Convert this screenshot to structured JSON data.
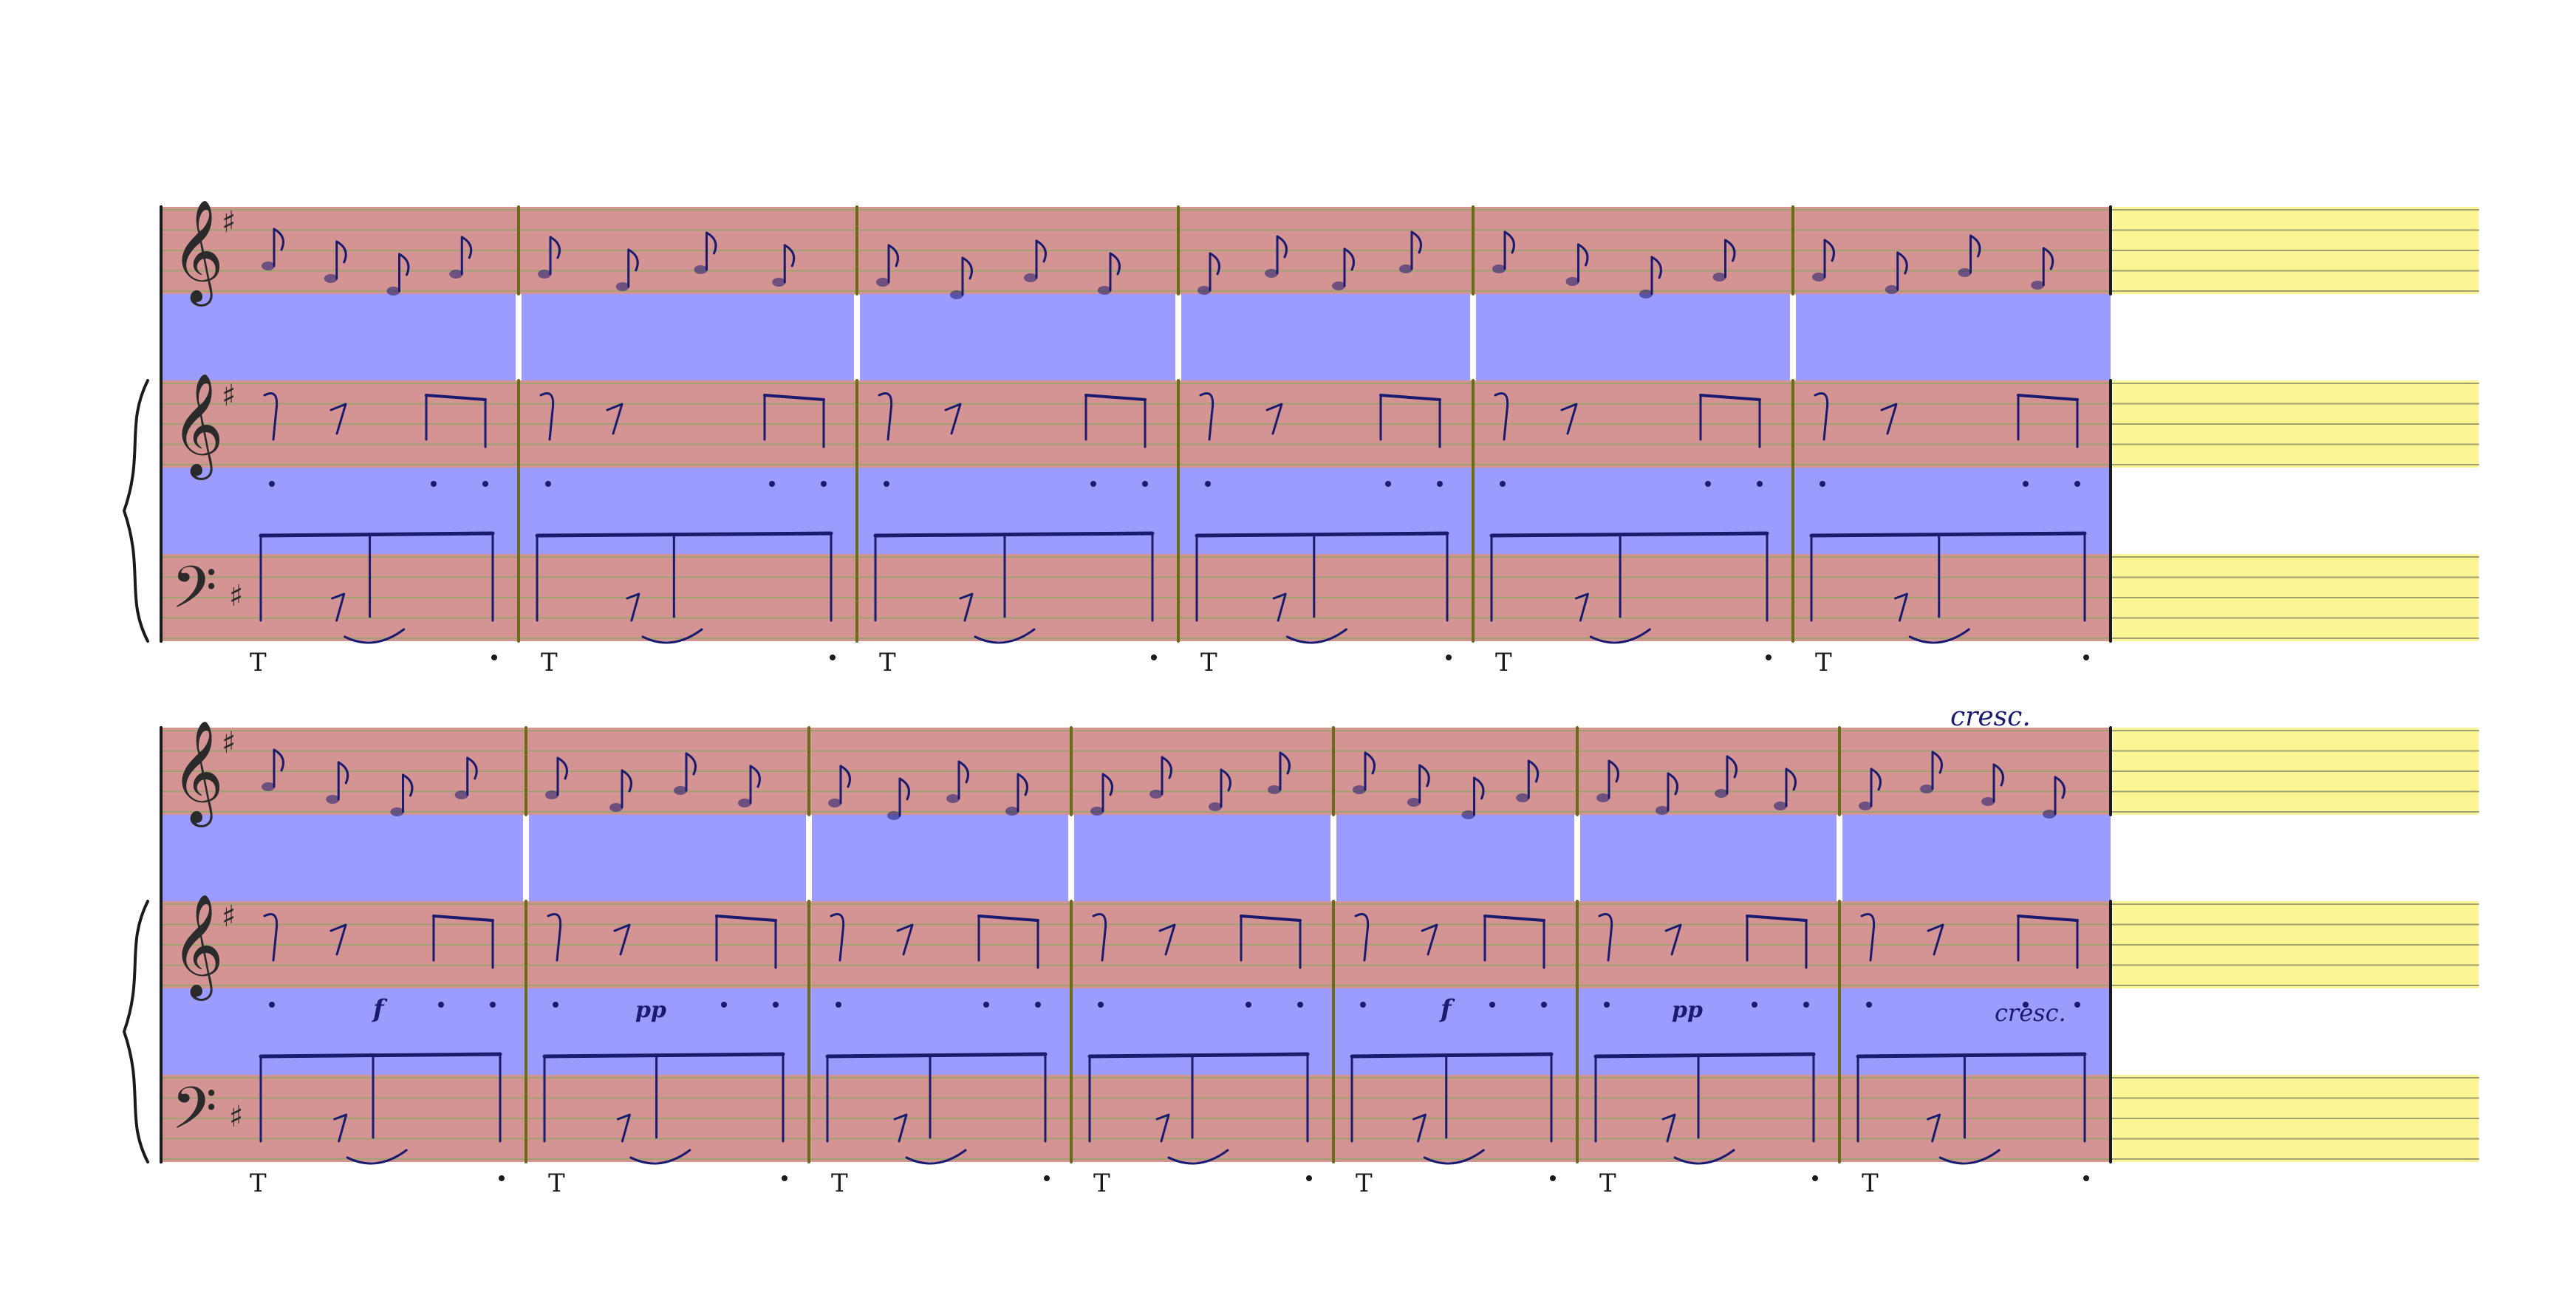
{
  "document": {
    "type": "handwritten score page with colour-highlighted staff regions"
  },
  "colors": {
    "staff_band": "#d49494",
    "gap_band": "#9c9cff",
    "empty_staff": "#fbf594",
    "staff_line": "#a0a070",
    "ink": "#1a1a6e",
    "barline": "#6b6b18"
  },
  "systems": [
    {
      "measures": 6,
      "staves": [
        {
          "role": "solo",
          "clef": "treble",
          "key": "G major (1 sharp)"
        },
        {
          "role": "piano-right-hand",
          "clef": "treble",
          "key": "G major (1 sharp)"
        },
        {
          "role": "piano-left-hand",
          "clef": "bass",
          "key": "G major (1 sharp)"
        }
      ],
      "texts": []
    },
    {
      "measures": 7,
      "staves": [
        {
          "role": "solo",
          "clef": "treble",
          "key": "G major (1 sharp)"
        },
        {
          "role": "piano-right-hand",
          "clef": "treble",
          "key": "G major (1 sharp)"
        },
        {
          "role": "piano-left-hand",
          "clef": "bass",
          "key": "G major (1 sharp)"
        }
      ],
      "texts": [
        {
          "id": "cresc-solo",
          "text": "cresc."
        },
        {
          "id": "dyn-f-1",
          "text": "f"
        },
        {
          "id": "dyn-pp-1",
          "text": "pp"
        },
        {
          "id": "dyn-f-2",
          "text": "f"
        },
        {
          "id": "dyn-pp-2",
          "text": "pp"
        },
        {
          "id": "cresc-piano",
          "text": "cresc."
        }
      ]
    }
  ]
}
